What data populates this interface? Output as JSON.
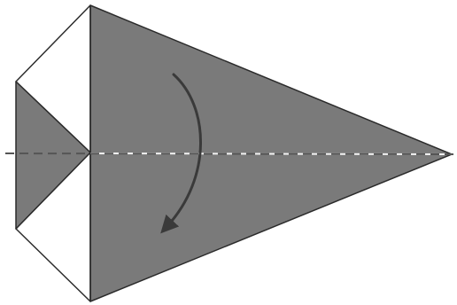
{
  "diagram": {
    "kind": "origami-fold-step",
    "paper_colors": {
      "colored_side": "#7a7a7a",
      "white_side": "#ffffff",
      "edge": "#2b2b2b"
    },
    "fold_line": {
      "style": "valley-fold-dashed",
      "color": "#555555"
    },
    "arrow": {
      "action": "fold-down",
      "color": "#3a3a3a"
    }
  }
}
